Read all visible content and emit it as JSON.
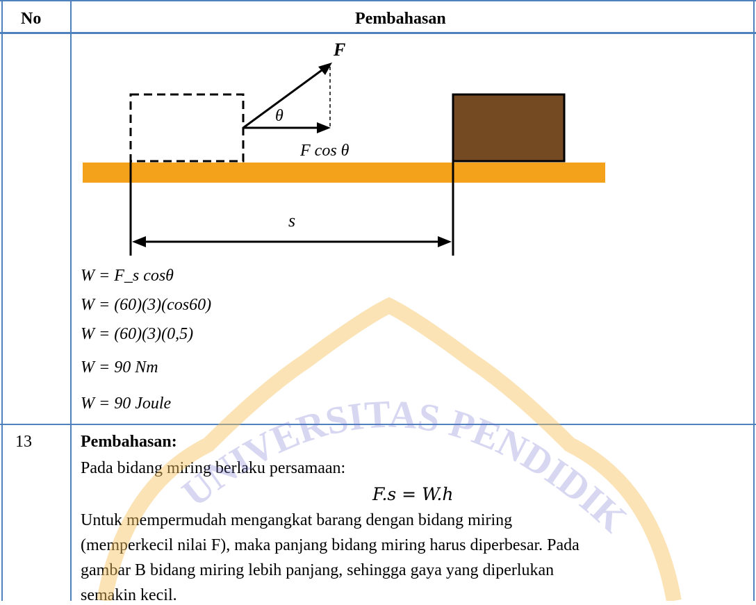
{
  "header": {
    "col_no": "No",
    "col_pembahasan": "Pembahasan"
  },
  "diagram": {
    "force_label": "F",
    "angle_label": "θ",
    "component_label": "F cos θ",
    "distance_label": "s",
    "colors": {
      "ground": "#f4a21b",
      "block": "#744a22"
    }
  },
  "equations": [
    "W = F_s cosθ",
    "W = (60)(3)(cos60)",
    "W = (60)(3)(0,5)",
    "W = 90 Nm",
    "W = 90 Joule"
  ],
  "row13": {
    "number": "13",
    "heading": "Pembahasan:",
    "line1": "Pada bidang miring berlaku persamaan:",
    "formula": "F.s = W.h",
    "para_lines": [
      "Untuk mempermudah mengangkat barang dengan bidang miring",
      "(memperkecil nilai F), maka panjang bidang miring harus diperbesar. Pada",
      "gambar B bidang miring lebih panjang, sehingga gaya yang diperlukan",
      "semakin kecil."
    ]
  },
  "watermark_text": "UNIVERSITAS PENDIDIKAN GANESHA"
}
